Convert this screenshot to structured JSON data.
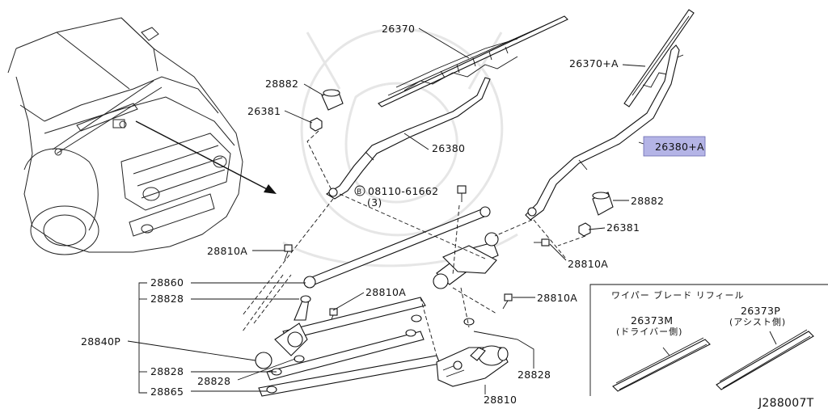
{
  "labels": {
    "l26370": "26370",
    "l26370a": "26370+A",
    "l28882a": "28882",
    "l26381a": "26381",
    "l26380": "26380",
    "l26380a": "26380+A",
    "l08110": "08110-61662",
    "l08110_circle": "B",
    "l08110_qty": "(3)",
    "l28882b": "28882",
    "l26381b": "26381",
    "l28810a1": "28810A",
    "l28810a2": "28810A",
    "l28860": "28860",
    "l28828a": "28828",
    "l28810a3": "28810A",
    "l28810a4": "28810A",
    "l28840p": "28840P",
    "l28828b": "28828",
    "l28828c": "28828",
    "l28828d": "28828",
    "l28865": "28865",
    "l28810": "28810"
  },
  "refill_box": {
    "title": "ワイパー ブレード リフィール",
    "driver_part": "26373M",
    "driver_side": "(ドライバー側)",
    "assist_part": "26373P",
    "assist_side": "(アシスト側)"
  },
  "diagram_code": "J288007T",
  "colors": {
    "highlight": "#b4b4e6",
    "line": "#111111",
    "watermark": "#e6e6e6"
  }
}
